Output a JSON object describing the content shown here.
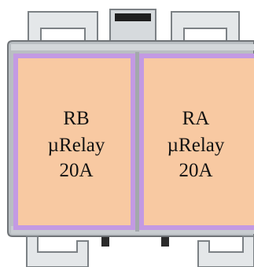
{
  "relays": [
    {
      "line1": "RB",
      "line2": "µRelay",
      "line3": "20A"
    },
    {
      "line1": "RA",
      "line2": "µRelay",
      "line3": "20A"
    }
  ],
  "colors": {
    "housing_outer": "#7a7a7a",
    "housing_fill": "#b9bec2",
    "housing_light": "#d3d7da",
    "clip_fill": "#e4e7e9",
    "clip_dark": "#7c8185",
    "relay_border": "#c39ae3",
    "relay_fill": "#f8c9a2",
    "divider": "#a3a8ac",
    "pin": "#2b2b2b"
  }
}
